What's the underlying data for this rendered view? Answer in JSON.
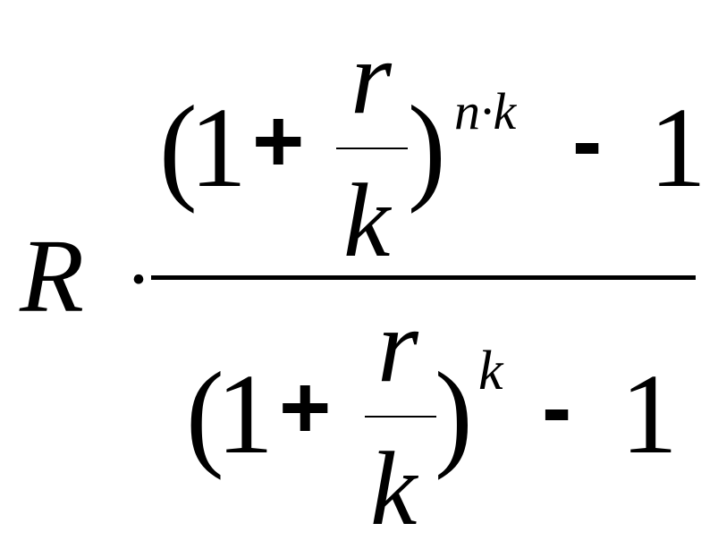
{
  "formula": {
    "prefix": {
      "variable": "R",
      "operator": "·"
    },
    "numerator": {
      "open_paren": "(",
      "one": "1",
      "plus": "+",
      "frac_top": "r",
      "frac_bottom": "k",
      "close_paren": ")",
      "exponent": "n·k",
      "minus": "-",
      "one_end": "1"
    },
    "denominator": {
      "open_paren": "(",
      "one": "1",
      "plus": "+",
      "frac_top": "r",
      "frac_bottom": "k",
      "close_paren": ")",
      "exponent": "k",
      "minus": "-",
      "one_end": "1"
    }
  }
}
